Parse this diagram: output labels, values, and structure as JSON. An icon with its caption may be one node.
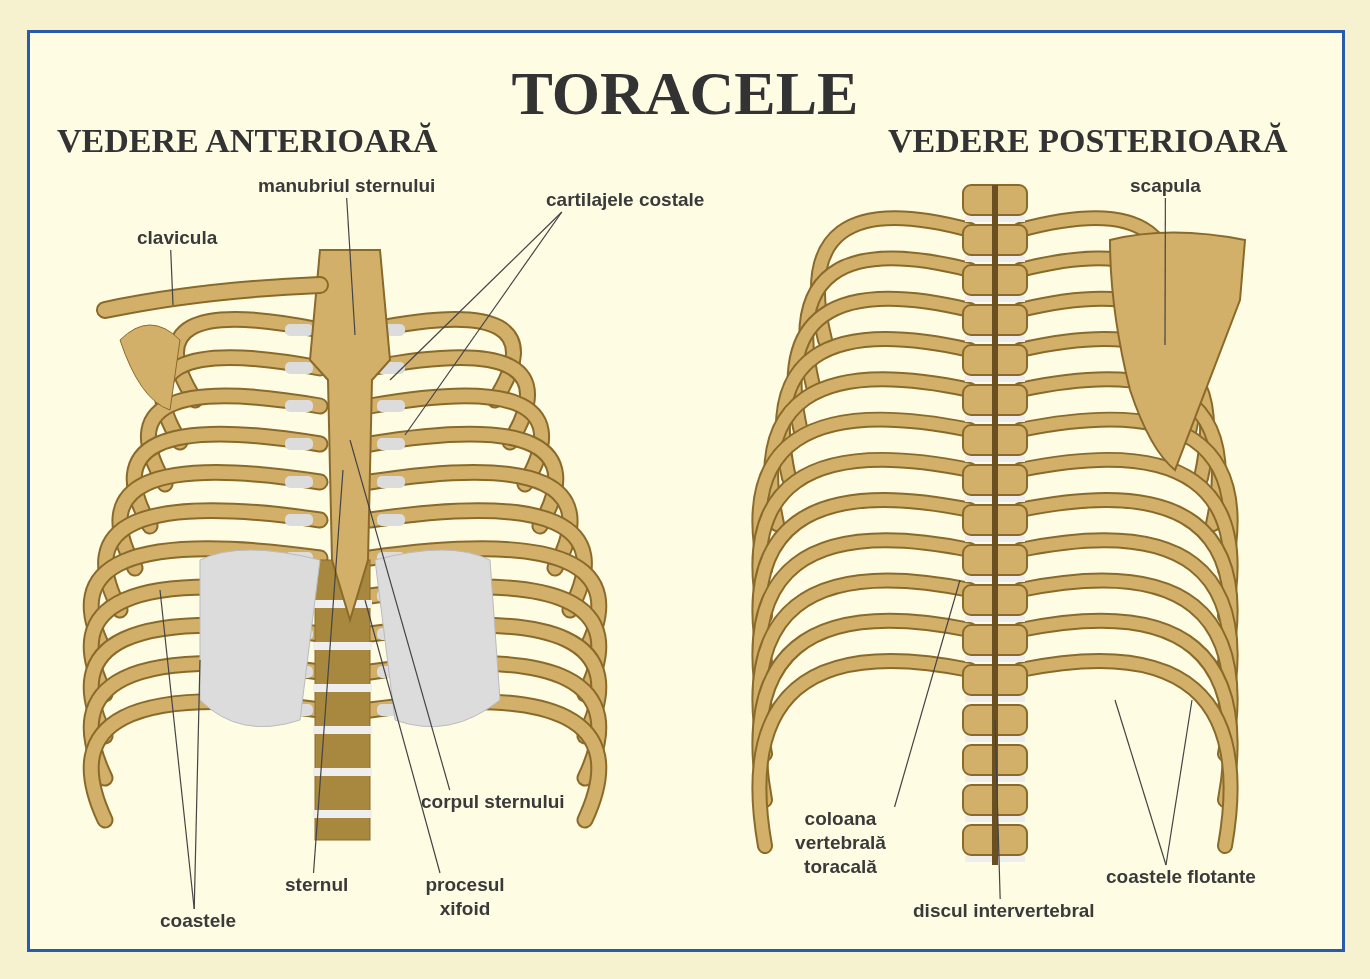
{
  "diagram": {
    "title": "TORACELE",
    "nodes": [
      {
        "text": [
          "manubriul sternului"
        ]
      },
      {
        "text": [
          "clavicula"
        ]
      },
      {
        "text": [
          "cartilajele costale"
        ]
      },
      {
        "text": [
          "corpul sternului"
        ]
      },
      {
        "text": [
          "sternul"
        ]
      },
      {
        "text": [
          "procesul xifoid"
        ]
      },
      {
        "text": [
          "coastele"
        ]
      },
      {
        "text": [
          "scapula"
        ]
      },
      {
        "text": [
          "coloana vertebrală toracală"
        ]
      },
      {
        "text": [
          "discul intervertebral"
        ]
      },
      {
        "text": [
          "coastele flotante"
        ]
      }
    ],
    "edges": [
      {
        "from": 0,
        "to": null,
        "arrow": "none"
      },
      {
        "from": 1,
        "to": null,
        "arrow": "none"
      },
      {
        "from": 2,
        "to": null,
        "arrow": "none"
      },
      {
        "from": 2,
        "to": null,
        "arrow": "none"
      },
      {
        "from": 3,
        "to": null,
        "arrow": "none"
      },
      {
        "from": 4,
        "to": null,
        "arrow": "none"
      },
      {
        "from": 5,
        "to": null,
        "arrow": "none"
      },
      {
        "from": 6,
        "to": null,
        "arrow": "none"
      },
      {
        "from": 6,
        "to": null,
        "arrow": "none"
      },
      {
        "from": 7,
        "to": null,
        "arrow": "none"
      },
      {
        "from": 8,
        "to": null,
        "arrow": "none"
      },
      {
        "from": 9,
        "to": null,
        "arrow": "none"
      },
      {
        "from": 10,
        "to": null,
        "arrow": "none"
      },
      {
        "from": 10,
        "to": null,
        "arrow": "none"
      }
    ],
    "labels": [
      "VEDERE ANTERIOARĂ",
      "VEDERE POSTERIOARĂ"
    ]
  }
}
